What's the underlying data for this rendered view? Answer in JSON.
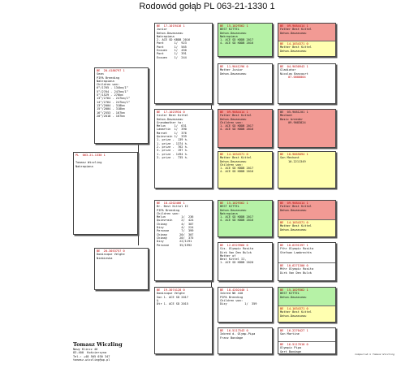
{
  "title": "Rodowód gołąb PL  063-21-1330 1",
  "subject": {
    "ring": "PL  063-21-1330 1",
    "lines": [
      "Tomasz Wiczling",
      "Nakrapiana"
    ]
  },
  "sire": {
    "ring": "BE  20-4186797 1",
    "lines": [
      "Sean",
      "PIPA Breeding",
      "Nakrapiana",
      "Children won:",
      "6°/1765 - 134km/1°",
      "5°/2764 - 247km/1°",
      "5°/1529 - 276km",
      "13°/2764 - 247km/1°",
      "14°/2764 - 247km/1°",
      "13°/2004 - 318km",
      "15°/2004 - 318km",
      "16°/2553 - 167km",
      "20°/2018 - 167km"
    ]
  },
  "dam": {
    "ring": "BE  20-3053757 0",
    "lines": [
      "",
      "Dominique Velghe",
      "Niebieska"
    ]
  },
  "ss": {
    "ring": "BE  17-1019416 1",
    "lines": [
      "Junior",
      "Dehon-Dewasseau",
      "Nakrapiana",
      "2. ACE SD KBDB 2016",
      "Pont      1/  923",
      "Pont      1/  565",
      "Ecouen    1/  450",
      "Pont      1/  391",
      "Ecouen    1/  244"
    ]
  },
  "sd": {
    "ring": "BE  17-1023934 0",
    "lines": [
      "Sister Best Kittel",
      "Dehon-Dewasseau",
      "Grandmother to:",
      "Melun     1/  631",
      "Lamartin  1/  390",
      "Marnet    1/  376",
      "Quievrain 1/  339",
      "1. prize -  139 h.",
      "1. prize - 1374 h.",
      "2. prize -  762 h.",
      "3. prize -  197 h.",
      "1. prize - 1494 h.",
      "3. prize -  735 h."
    ]
  },
  "ds": {
    "ring": "BE  18-4202466 1",
    "lines": [
      "Br. Best Kittel II",
      "PIPA Breeding",
      "",
      "Children won:",
      "Melun         1/  236",
      "Quievrain     2/  424",
      "Chimay        4/  307",
      "Dizy          4/  224",
      "Peronne       7/  399",
      "Chimay       20/  307",
      "Chimay       20/  375",
      "Dizy         22/1191",
      "Peronne      35/1992"
    ]
  },
  "dd": {
    "ring": "BE  19-3074128 0",
    "lines": [
      "",
      "Dominique Velghe",
      "Son 1. ACE SD 2017",
      "&",
      "Dtr 1. ACE SD 2015"
    ]
  },
  "sss": {
    "ring": "BE  15-1029362 1",
    "lines": [
      "BEST KITTEL",
      "Dehon-Dewasseau",
      "Nakrapiana",
      "1. ACE SD KBDB 2017",
      "4. ACE SD KBDB 2016"
    ]
  },
  "ssd": {
    "ring": "BE  11-9041296 0",
    "lines": [
      "Mother Junior",
      "Dehon-Dewasseau"
    ]
  },
  "sds": {
    "ring": "BE  09-9084414 1",
    "lines": [
      "Father Best Kittel",
      "Dehon-Dewasseau",
      "Children won:",
      "1. ACE SD KBDB 2017",
      "4. ACE SD KBDB 2016"
    ]
  },
  "sdd": {
    "ring": "BE  14-1034371 0",
    "lines": [
      "Mother Best Kittel",
      "Dehon-Dewasseau",
      "Children won:",
      "1. ACE SD KBDB 2017",
      "4. ACE SD KBDB 2016"
    ]
  },
  "dss": {
    "ring": "BE  15-1029362 1",
    "lines": [
      "BEST KITTEL",
      "Dehon-Dewasseau",
      "Nakrapiana",
      "1. ACE SD KBDB 2017",
      "4. ACE SD KBDB 2016"
    ]
  },
  "dsd": {
    "ring": "BE  12-6323966 0",
    "lines": [
      "Sis. Olympic Rosita",
      "Dirk Van Den Bulck",
      "Mother of",
      "Best Kittel II,",
      "1. ACE SD KBDB 2020"
    ]
  },
  "dds": {
    "ring": "BE  18-4202440 1",
    "lines": [
      "Inbred NK 440",
      "PIPA Breeding",
      "",
      "Children won:",
      "Dizy          1/  359"
    ]
  },
  "ddd": {
    "ring": "BE  16-5117543 0",
    "lines": [
      "Inbred d. Olymp.Pipa",
      "Franz Bondage"
    ]
  },
  "g1": {
    "ring": "BE  09-9084414 1",
    "lines": [
      "Father Best Kittel",
      "Dehon-Dewasseau"
    ]
  },
  "g2": {
    "ring": "BE  14-1034371 0",
    "lines": [
      "Mother Best Kittel",
      "Dehon-Dewasseau"
    ]
  },
  "g3": {
    "ring": "BE  04-9030943 1",
    "lines": [
      "Gladiator",
      "Nicolas Bancourt",
      "07-0000004"
    ]
  },
  "g4": {
    "ring": "BE  05-9081201 1",
    "lines": [
      "Mechant",
      "Basic breeder",
      "09-9083824"
    ]
  },
  "g5": {
    "ring": "BE  10-9065094 1",
    "lines": [
      "Son Mechant",
      "",
      "10-2211349"
    ]
  },
  "g6": {
    "ring": "BE  09-9084414 1",
    "lines": [
      "Father Best Kittel",
      "Dehon-Dewasseau"
    ]
  },
  "g7": {
    "ring": "BE  14-1034371 0",
    "lines": [
      "Mother Best Kittel",
      "Dehon-Dewasseau"
    ]
  },
  "g8": {
    "ring": "BE  10-6291397 1",
    "lines": [
      "Fthr Olympic Rosita",
      "Stefaan Lambrechts"
    ]
  },
  "g9": {
    "ring": "BE  10-6271300 0",
    "lines": [
      "Mthr Olympic Rosita",
      "Dirk Van Den Bulck"
    ]
  },
  "g10": {
    "ring": "BE  15-1029362 1",
    "lines": [
      "BEST KITTEL",
      "Dehon-Dewasseau"
    ]
  },
  "g11": {
    "ring": "BE  14-1034371 0",
    "lines": [
      "Mother Best Kittel",
      "Dehon-Dewasseau"
    ]
  },
  "g12": {
    "ring": "BE  16-2270427 1",
    "lines": [
      "Son Martine"
    ]
  },
  "g13": {
    "ring": "BE  16-5117610 0",
    "lines": [
      "Olympic Pipa",
      "Gert Bondage"
    ]
  },
  "owner": {
    "name": "Tomasz Wiczling",
    "lines": [
      "Nowy Klincz 46",
      "83-400  Kościerzyna",
      "Tel.: +48 505 030 347",
      "tomasz-wiczling@wp.pl"
    ]
  },
  "credit": "Compuclub ® Tomasz Wiczling"
}
